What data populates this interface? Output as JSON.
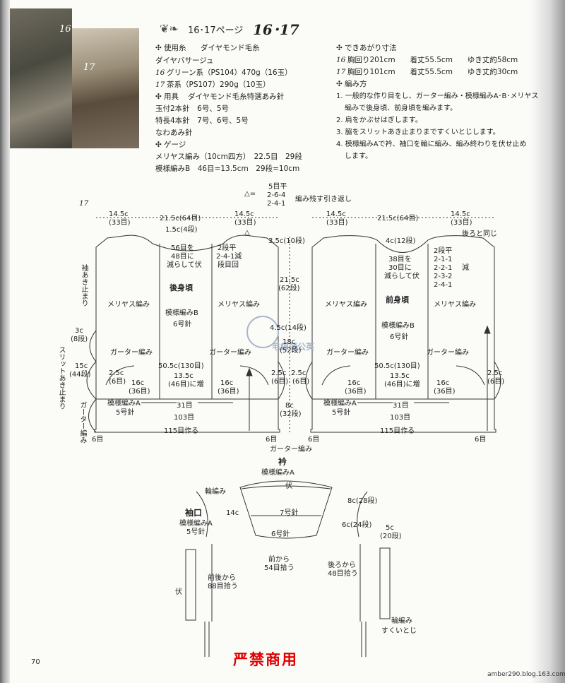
{
  "header": {
    "page_ref": "16･17ページ",
    "title": "16･17"
  },
  "photos": [
    {
      "tag": "16"
    },
    {
      "tag": "17"
    }
  ],
  "materials": {
    "yarn_heading": "使用糸",
    "yarn_brand": "ダイヤモンド毛糸",
    "yarn_name": "ダイヤバサージュ",
    "yarn16_num": "16",
    "yarn16": "グリーン系（PS104）470g（16玉）",
    "yarn17_num": "17",
    "yarn17": "茶系（PS107）290g（10玉）",
    "tools_heading": "用具",
    "tools_line1": "ダイヤモンド毛糸特選あみ針",
    "tools_line2": "玉付2本針　6号、5号",
    "tools_line3": "特長4本針　7号、6号、5号",
    "tools_line4": "なわあみ針",
    "gauge_heading": "ゲージ",
    "gauge_line1": "メリヤス編み（10cm四方）　22.5目　29段",
    "gauge_line2": "模様編みB　46目=13.5cm　29段=10cm"
  },
  "sizes": {
    "heading": "できあがり寸法",
    "row16_num": "16",
    "row16": "胸回り201cm　　着丈55.5cm　　ゆき丈約58cm",
    "row17_num": "17",
    "row17": "胸回り101cm　　着丈55.5cm　　ゆき丈約30cm"
  },
  "method": {
    "heading": "編み方",
    "step1a": "1. 一般的な作り目をし、ガーター編み・模様編みA･B･メリヤス",
    "step1b": "編みで後身頃、前身頃を編みます。",
    "step2": "2. 肩をかぶせはぎします。",
    "step3": "3. 脇をスリットあき止まりまですくいとじします。",
    "step4a": "4. 模様編みAで衿、袖口を輪に編み、編み終わりを伏せ止め",
    "step4b": "します。"
  },
  "diagram": {
    "model_no": "17",
    "short_row_note": {
      "delta": "△=",
      "rows": [
        "5目平",
        "2-6-4",
        "2-4-1"
      ],
      "label": "編み残す引き返し"
    },
    "top_widths": {
      "side": "14.5c",
      "side_st": "(33目)",
      "center": "21.5c(64目)"
    },
    "back": {
      "title": "後身頃",
      "neck_flat": "1.5c(4段)",
      "neck_dec": [
        "56目を",
        "48目に",
        "減らして伏"
      ],
      "neck_right": [
        "2段平",
        "2-4-1減",
        "段目回"
      ],
      "triangle": "△",
      "panel_left": "メリヤス編み",
      "panel_right": "メリヤス編み",
      "center_pattern": "模様編みB",
      "needle6": "6号針",
      "garter_left": "ガーター編み",
      "garter_right": "ガーター編み",
      "body_width": "50.5c(130目)",
      "center_width": "13.5c",
      "center_inc": "(46目)に増",
      "side16": "16c",
      "side16_st": "(36目)",
      "rows31": "31目",
      "rows103": "103目",
      "pattern_a": "模様編みA",
      "needle5": "5号針",
      "cast_on": "115目作る",
      "six": "6目",
      "edge_2_5": "2.5c",
      "edge_6dan": "(6目)"
    },
    "front": {
      "title": "前身頃",
      "neck_flat": "4c(12段)",
      "neck_dec": [
        "38目を",
        "30目に",
        "減らして伏"
      ],
      "same_as_back": "後ろと同じ",
      "neck_right": [
        "2段平",
        "2-1-1",
        "2-2-1",
        "2-3-2",
        "2-4-1"
      ],
      "dec_word": "減"
    },
    "left_labels": {
      "sleeve_stop": "袖あき止まり",
      "three_c": "3c",
      "eight_dan": "(8段)",
      "fifteen_c": "15c",
      "fortyfour": "(44段)",
      "slit_stop": "スリットあき止まり",
      "garter_knit": "ガーター編み"
    },
    "center_vertical": {
      "v1": "3.5c(10段)",
      "v2": "21.5c",
      "v2b": "(62段)",
      "v3": "4.5c(14段)",
      "v4": "18c",
      "v4b": "(52段)",
      "v5": "8c",
      "v5b": "(32段)",
      "bottom": "ガーター編み"
    },
    "collar": {
      "title": "衿",
      "pattern": "模様編みA",
      "rib": "輪編み",
      "bind": "伏",
      "height": "14c",
      "needle7": "7号針",
      "needle6": "6号針",
      "side1": "8c(28段)",
      "side2": "6c(24段)",
      "front_pick": [
        "前から",
        "54目拾う"
      ],
      "back_pick": [
        "後ろから",
        "48目拾う"
      ]
    },
    "cuff": {
      "title": "袖口",
      "pattern": "模様編みA",
      "needle": "5号針",
      "pick": [
        "前後から",
        "88目拾う"
      ],
      "bind": "伏",
      "length": "5c",
      "length_dan": "(20段)",
      "rib": "輪編み",
      "seam": "すくいとじ"
    }
  },
  "watermark": "毛線蒲公英",
  "page_number": "70",
  "notice": "严禁商用",
  "blog": "amber290.blog.163.com"
}
